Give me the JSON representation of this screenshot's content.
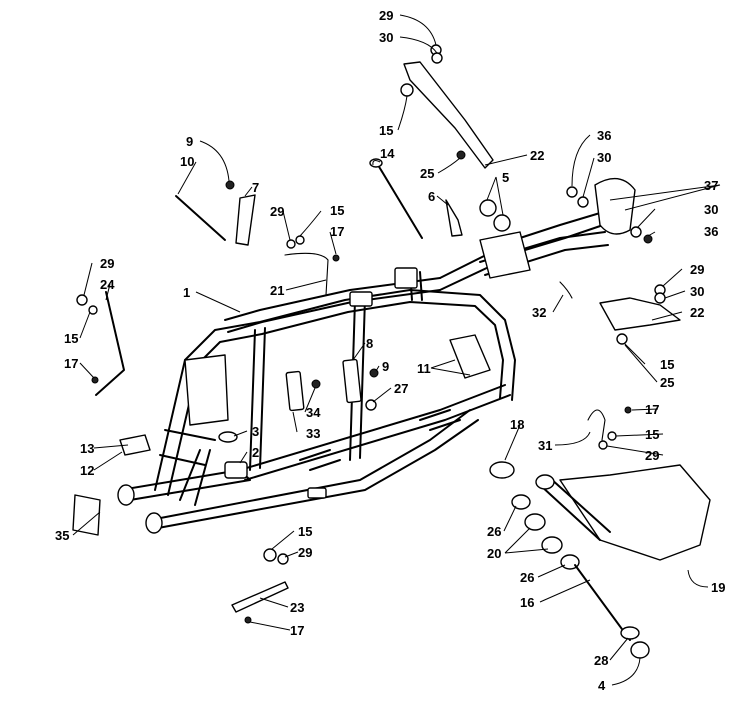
{
  "callouts": [
    {
      "id": "c29a",
      "text": "29"
    },
    {
      "id": "c30a",
      "text": "30"
    },
    {
      "id": "c15a",
      "text": "15"
    },
    {
      "id": "c25a",
      "text": "25"
    },
    {
      "id": "c22a",
      "text": "22"
    },
    {
      "id": "c14",
      "text": "14"
    },
    {
      "id": "c9a",
      "text": "9"
    },
    {
      "id": "c10",
      "text": "10"
    },
    {
      "id": "c7",
      "text": "7"
    },
    {
      "id": "c29b",
      "text": "29"
    },
    {
      "id": "c15b",
      "text": "15"
    },
    {
      "id": "c17a",
      "text": "17"
    },
    {
      "id": "c6",
      "text": "6"
    },
    {
      "id": "c5",
      "text": "5"
    },
    {
      "id": "c36a",
      "text": "36"
    },
    {
      "id": "c30b",
      "text": "30"
    },
    {
      "id": "c37",
      "text": "37"
    },
    {
      "id": "c30c",
      "text": "30"
    },
    {
      "id": "c36b",
      "text": "36"
    },
    {
      "id": "c29c",
      "text": "29"
    },
    {
      "id": "c24",
      "text": "24"
    },
    {
      "id": "c21",
      "text": "21"
    },
    {
      "id": "c1",
      "text": "1"
    },
    {
      "id": "c15c",
      "text": "15"
    },
    {
      "id": "c17b",
      "text": "17"
    },
    {
      "id": "c32",
      "text": "32"
    },
    {
      "id": "c29d",
      "text": "29"
    },
    {
      "id": "c30d",
      "text": "30"
    },
    {
      "id": "c22b",
      "text": "22"
    },
    {
      "id": "c15d",
      "text": "15"
    },
    {
      "id": "c25b",
      "text": "25"
    },
    {
      "id": "c8",
      "text": "8"
    },
    {
      "id": "c9b",
      "text": "9"
    },
    {
      "id": "c27",
      "text": "27"
    },
    {
      "id": "c11",
      "text": "11"
    },
    {
      "id": "c34",
      "text": "34"
    },
    {
      "id": "c33",
      "text": "33"
    },
    {
      "id": "c3",
      "text": "3"
    },
    {
      "id": "c2",
      "text": "2"
    },
    {
      "id": "c13",
      "text": "13"
    },
    {
      "id": "c12",
      "text": "12"
    },
    {
      "id": "c18",
      "text": "18"
    },
    {
      "id": "c17c",
      "text": "17"
    },
    {
      "id": "c31",
      "text": "31"
    },
    {
      "id": "c15e",
      "text": "15"
    },
    {
      "id": "c29e",
      "text": "29"
    },
    {
      "id": "c35",
      "text": "35"
    },
    {
      "id": "c26a",
      "text": "26"
    },
    {
      "id": "c20",
      "text": "20"
    },
    {
      "id": "c26b",
      "text": "26"
    },
    {
      "id": "c16",
      "text": "16"
    },
    {
      "id": "c19",
      "text": "19"
    },
    {
      "id": "c15f",
      "text": "15"
    },
    {
      "id": "c29f",
      "text": "29"
    },
    {
      "id": "c23",
      "text": "23"
    },
    {
      "id": "c17d",
      "text": "17"
    },
    {
      "id": "c28",
      "text": "28"
    },
    {
      "id": "c4",
      "text": "4"
    }
  ]
}
